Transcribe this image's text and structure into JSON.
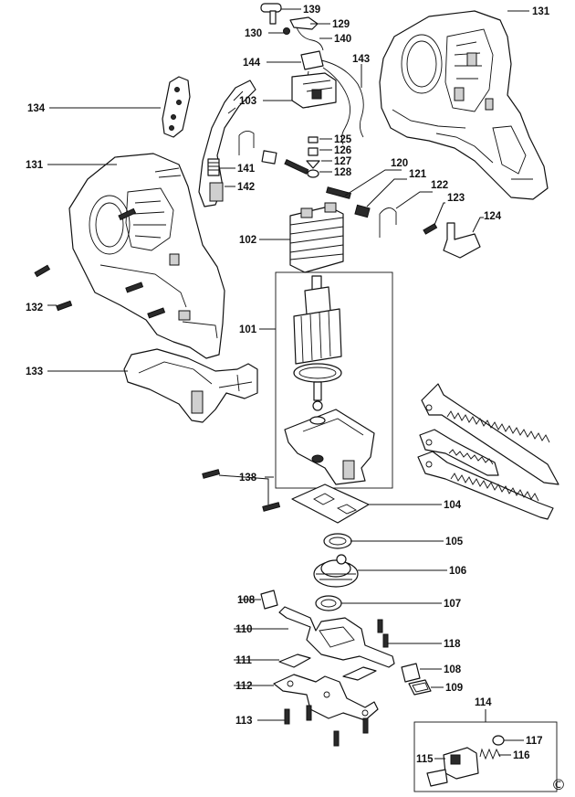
{
  "labels": {
    "p139": "139",
    "p129": "129",
    "p130": "130",
    "p140": "140",
    "p131a": "131",
    "p144": "144",
    "p143": "143",
    "p134": "134",
    "p103": "103",
    "p125": "125",
    "p126": "126",
    "p127": "127",
    "p128": "128",
    "p141": "141",
    "p142": "142",
    "p131b": "131",
    "p120": "120",
    "p121": "121",
    "p122": "122",
    "p123": "123",
    "p124": "124",
    "p102": "102",
    "p132": "132",
    "p101": "101",
    "p133": "133",
    "p138": "138",
    "p104": "104",
    "p105": "105",
    "p106": "106",
    "p108a": "108",
    "p107": "107",
    "p110": "110",
    "p118": "118",
    "p111": "111",
    "p108b": "108",
    "p112": "112",
    "p109": "109",
    "p114": "114",
    "p113": "113",
    "p117": "117",
    "p115": "115",
    "p116": "116"
  },
  "copyright": "©"
}
